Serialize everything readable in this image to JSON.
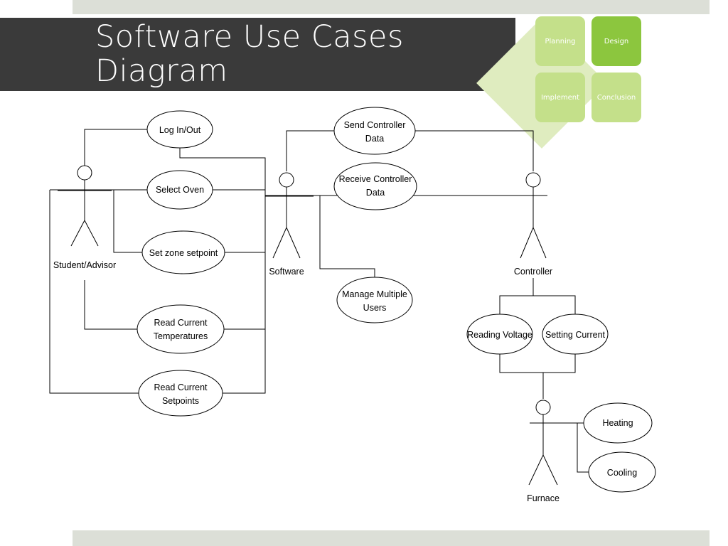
{
  "slide": {
    "title_line1": "Software Use Cases",
    "title_line2": "Diagram"
  },
  "nav": {
    "planning": "Planning",
    "design": "Design",
    "implement": "Implement",
    "conclusion": "Conclusion",
    "active": "Design",
    "active_color": "#8cc63e",
    "inactive_color": "#c4e08a"
  },
  "actors": {
    "student": "Student/Advisor",
    "software": "Software",
    "controller": "Controller",
    "furnace": "Furnace"
  },
  "use_cases": {
    "login": "Log In/Out",
    "select_oven": "Select Oven",
    "set_zone": "Set zone setpoint",
    "read_temps_1": "Read Current",
    "read_temps_2": "Temperatures",
    "read_setpoints_1": "Read Current",
    "read_setpoints_2": "Setpoints",
    "send_ctrl_1": "Send Controller",
    "send_ctrl_2": "Data",
    "recv_ctrl_1": "Receive Controller",
    "recv_ctrl_2": "Data",
    "manage_1": "Manage Multiple",
    "manage_2": "Users",
    "reading_voltage": "Reading Voltage",
    "setting_current": "Setting Current",
    "heating": "Heating",
    "cooling": "Cooling"
  }
}
